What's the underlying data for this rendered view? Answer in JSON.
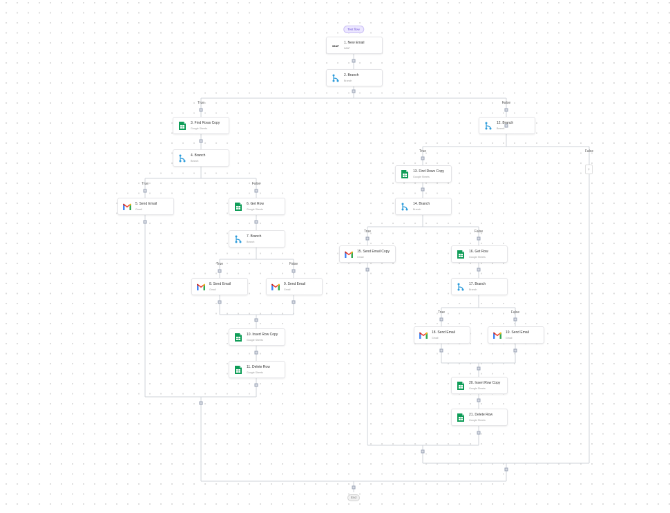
{
  "trigger_label": "Test flow",
  "end_label": "End",
  "add_label": "+",
  "branch_labels": {
    "true": "True",
    "false": "False"
  },
  "colors": {
    "edge": "#cfd3da",
    "sheets": "#0f9d58",
    "branch": "#2d9cdb",
    "gmail_red": "#ea4335"
  },
  "nodes": {
    "n1": {
      "title": "1. New Email",
      "subtitle": "IMAP",
      "icon": "imap-icon"
    },
    "n2": {
      "title": "2. Branch",
      "subtitle": "Branch",
      "icon": "branch-icon"
    },
    "n3": {
      "title": "3. Find Rows Copy",
      "subtitle": "Google Sheets",
      "icon": "google-sheets-icon"
    },
    "n4": {
      "title": "4. Branch",
      "subtitle": "Branch",
      "icon": "branch-icon"
    },
    "n5": {
      "title": "5. Send Email",
      "subtitle": "Gmail",
      "icon": "gmail-icon"
    },
    "n6": {
      "title": "6. Get Row",
      "subtitle": "Google Sheets",
      "icon": "google-sheets-icon"
    },
    "n7": {
      "title": "7. Branch",
      "subtitle": "Branch",
      "icon": "branch-icon"
    },
    "n8": {
      "title": "8. Send Email",
      "subtitle": "Gmail",
      "icon": "gmail-icon"
    },
    "n9": {
      "title": "9. Send Email",
      "subtitle": "Gmail",
      "icon": "gmail-icon"
    },
    "n10": {
      "title": "10. Insert Row Copy",
      "subtitle": "Google Sheets",
      "icon": "google-sheets-icon"
    },
    "n11": {
      "title": "11. Delete Row",
      "subtitle": "Google Sheets",
      "icon": "google-sheets-icon"
    },
    "n12": {
      "title": "12. Branch",
      "subtitle": "Branch",
      "icon": "branch-icon"
    },
    "n13": {
      "title": "13. Find Rows Copy",
      "subtitle": "Google Sheets",
      "icon": "google-sheets-icon"
    },
    "n14": {
      "title": "14. Branch",
      "subtitle": "Branch",
      "icon": "branch-icon"
    },
    "n15": {
      "title": "15. Send Email Copy",
      "subtitle": "Gmail",
      "icon": "gmail-icon"
    },
    "n16": {
      "title": "16. Get Row",
      "subtitle": "Google Sheets",
      "icon": "google-sheets-icon"
    },
    "n17": {
      "title": "17. Branch",
      "subtitle": "Branch",
      "icon": "branch-icon"
    },
    "n18": {
      "title": "18. Send Email",
      "subtitle": "Gmail",
      "icon": "gmail-icon"
    },
    "n19": {
      "title": "19. Send Email",
      "subtitle": "Gmail",
      "icon": "gmail-icon"
    },
    "n20": {
      "title": "20. Insert Row Copy",
      "subtitle": "Google Sheets",
      "icon": "google-sheets-icon"
    },
    "n21": {
      "title": "21. Delete Row",
      "subtitle": "Google Sheets",
      "icon": "google-sheets-icon"
    }
  }
}
